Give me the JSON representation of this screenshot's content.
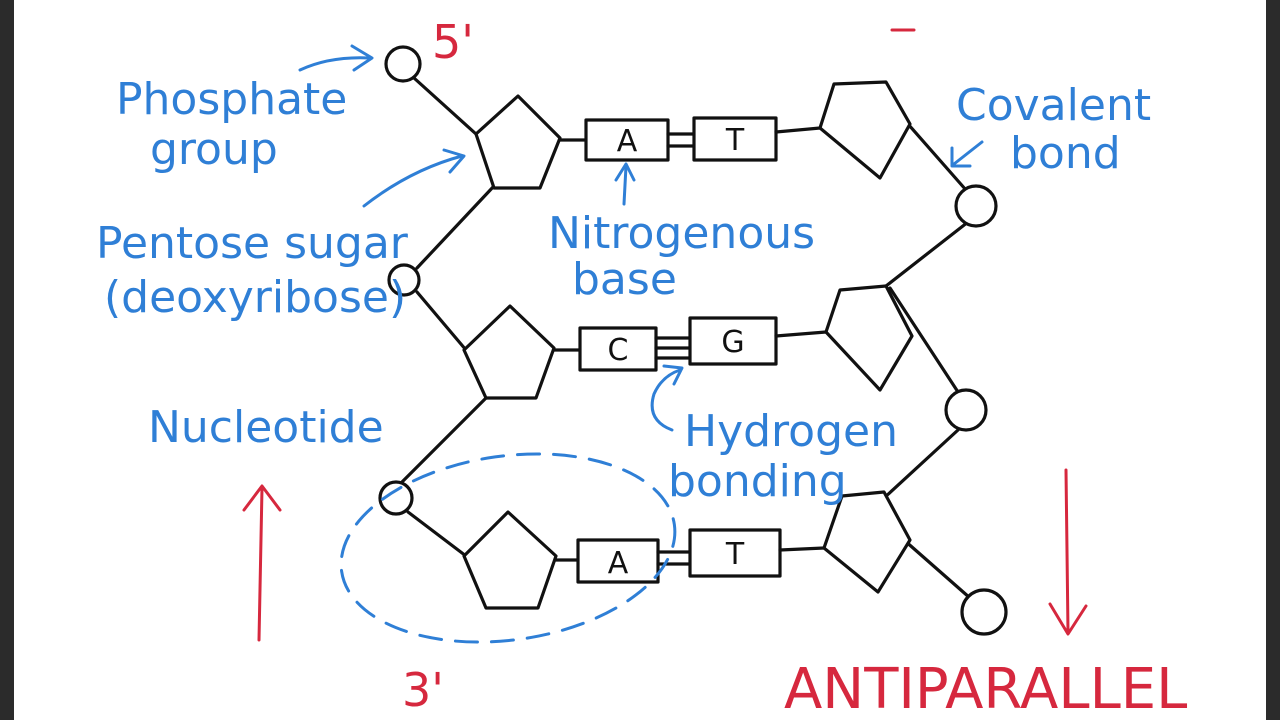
{
  "labels": {
    "five_prime": "5'",
    "three_prime": "3'",
    "phosphate_line1": "Phosphate",
    "phosphate_line2": "group",
    "pentose_line1": "Pentose sugar",
    "pentose_line2": "(deoxyribose)",
    "nucleotide": "Nucleotide",
    "covalent_line1": "Covalent",
    "covalent_line2": "bond",
    "nitrogenous_line1": "Nitrogenous",
    "nitrogenous_line2": "base",
    "hydrogen_line1": "Hydrogen",
    "hydrogen_line2": "bonding",
    "antiparallel": "ANTIPARALLEL"
  },
  "base_pairs": [
    {
      "left": "A",
      "right": "T",
      "bonds": 2
    },
    {
      "left": "C",
      "right": "G",
      "bonds": 3
    },
    {
      "left": "A",
      "right": "T",
      "bonds": 2
    }
  ],
  "colors": {
    "ink": "#111111",
    "label_blue": "#2f7fd6",
    "accent_red": "#d6283e"
  }
}
